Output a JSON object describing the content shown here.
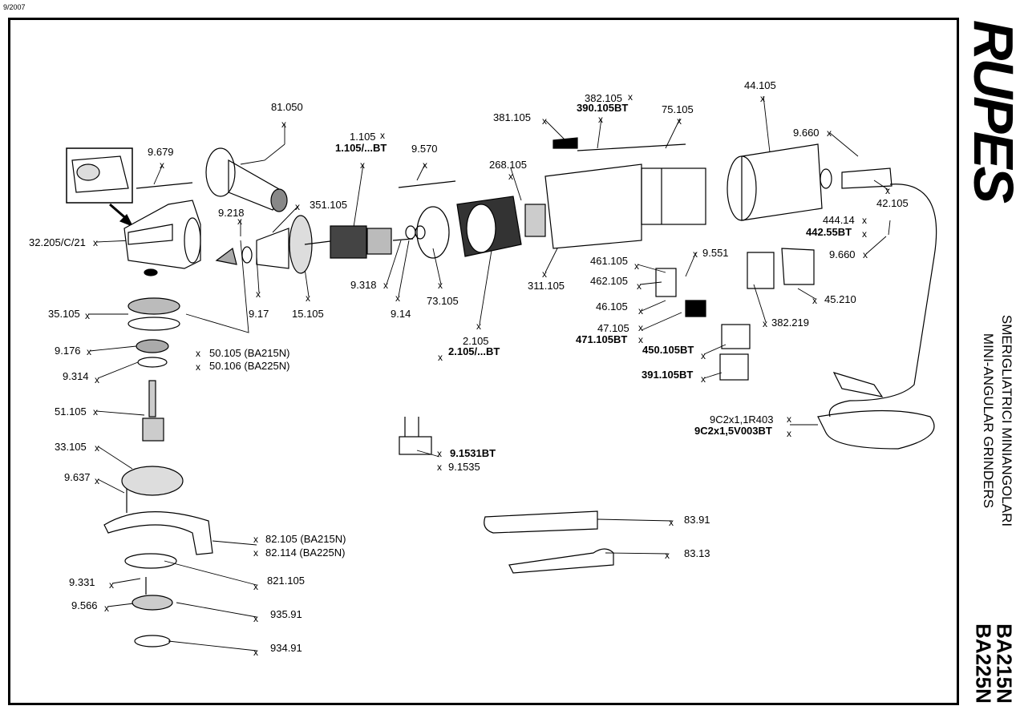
{
  "header": {
    "date": "9/2007"
  },
  "brand": {
    "logo_text": "RUPES"
  },
  "title": {
    "italian": "SMERIGLIATRICI MINIANGOLARI",
    "english": "MINI-ANGULAR GRINDERS",
    "models": [
      "BA215N",
      "BA225N"
    ]
  },
  "parts": {
    "p81_050": "81.050",
    "p9_679": "9.679",
    "p1_105": "1.105",
    "p1_105bt": "1.105/...BT",
    "p9_570": "9.570",
    "p268_105": "268.105",
    "p381_105": "381.105",
    "p382_105": "382.105",
    "p390_105bt": "390.105BT",
    "p75_105": "75.105",
    "p44_105": "44.105",
    "p9_660a": "9.660",
    "p42_105": "42.105",
    "p444_14": "444.14",
    "p442_55bt": "442.55BT",
    "p9_660b": "9.660",
    "p32_205": "32.205/C/21",
    "p9_218": "9.218",
    "p351_105": "351.105",
    "p9_318": "9.318",
    "p73_105": "73.105",
    "p311_105": "311.105",
    "p461_105": "461.105",
    "p9_551": "9.551",
    "p462_105": "462.105",
    "p46_105": "46.105",
    "p47_105": "47.105",
    "p471_105bt": "471.105BT",
    "p450_105bt": "450.105BT",
    "p391_105bt": "391.105BT",
    "p382_219": "382.219",
    "p45_210": "45.210",
    "p9_17": "9.17",
    "p15_105": "15.105",
    "p9_14": "9.14",
    "p2_105": "2.105",
    "p2_105bt": "2.105/...BT",
    "p35_105": "35.105",
    "p9_176": "9.176",
    "p9_314": "9.314",
    "p50_105": "50.105 (BA215N)",
    "p50_106": "50.106 (BA225N)",
    "p51_105": "51.105",
    "p33_105": "33.105",
    "p9_637": "9.637",
    "p9_1531bt": "9.1531BT",
    "p9_1535": "9.1535",
    "p9c2x1_1r403": "9C2x1,1R403",
    "p9c2x1_5v003bt": "9C2x1,5V003BT",
    "p83_91": "83.91",
    "p83_13": "83.13",
    "p82_105": "82.105 (BA215N)",
    "p82_114": "82.114 (BA225N)",
    "p9_331": "9.331",
    "p821_105": "821.105",
    "p9_566": "9.566",
    "p935_91": "935.91",
    "p934_91": "934.91"
  },
  "marker": "x"
}
